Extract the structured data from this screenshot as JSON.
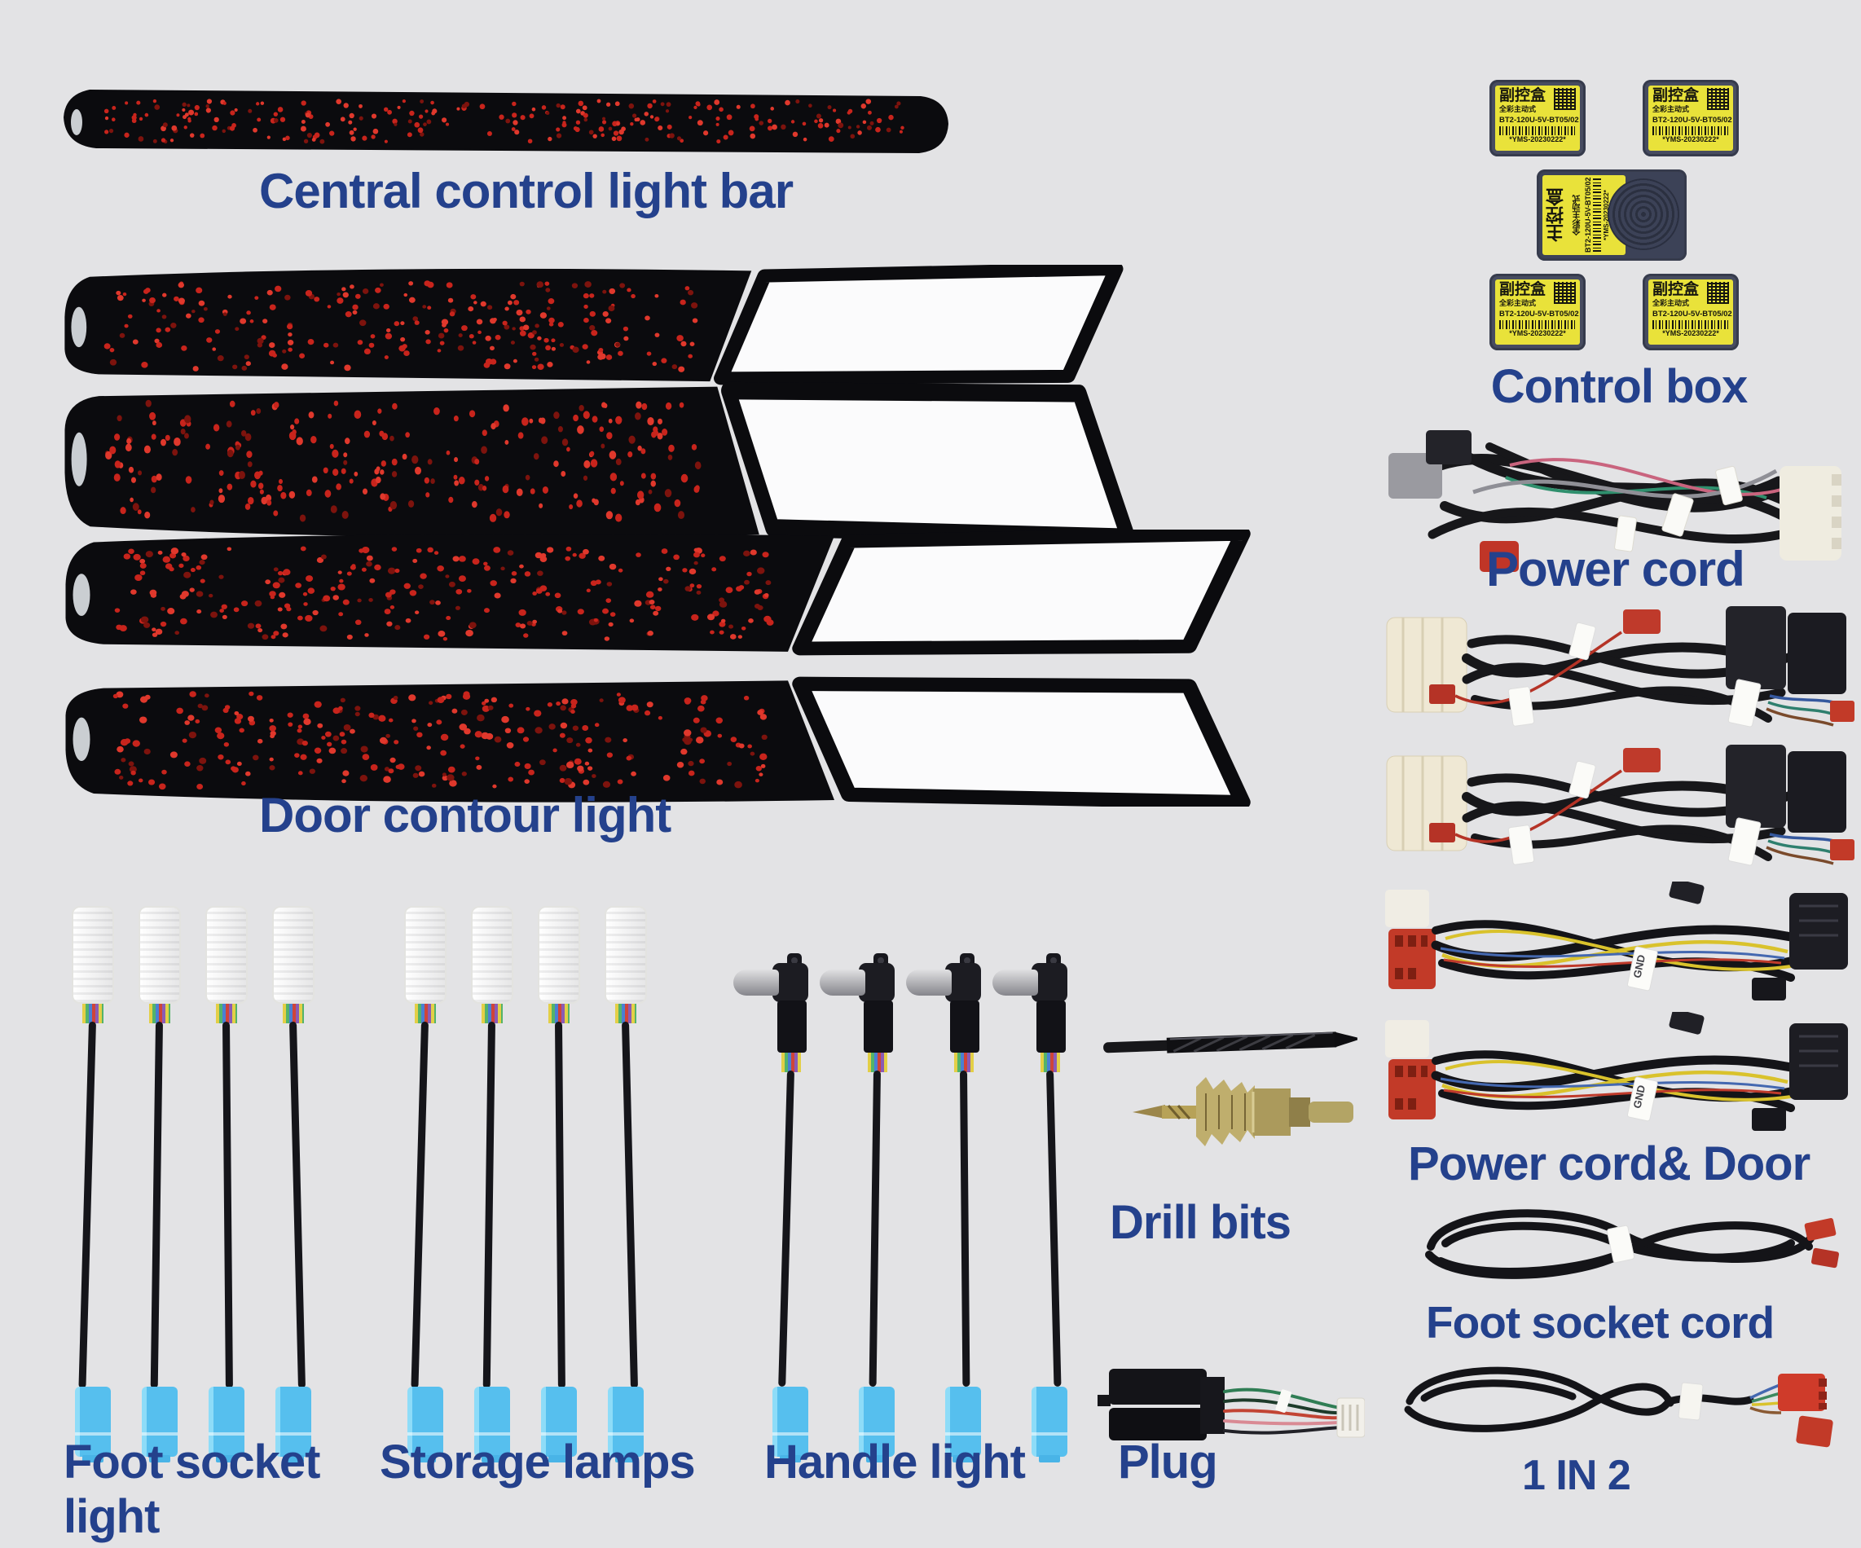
{
  "colors": {
    "background": "#e3e3e5",
    "label_text": "#24418c",
    "led_dot_red": "#c8241c",
    "connector_blue": "#56bfee",
    "control_label_yellow": "#e9e23a",
    "connector_red": "#c23a28"
  },
  "sections": {
    "central_bar": {
      "label": "Central control light bar"
    },
    "door_contour": {
      "label": "Door contour light",
      "panel_count": 4
    },
    "foot_socket_light": {
      "label": "Foot socket light",
      "count": 4
    },
    "storage_lamps": {
      "label": "Storage lamps",
      "count": 4
    },
    "handle_light": {
      "label": "Handle light",
      "count": 4
    },
    "drill_bits": {
      "label": "Drill bits",
      "count": 2
    },
    "plug": {
      "label": "Plug"
    },
    "control_box": {
      "label": "Control box",
      "sub_box_count": 4,
      "sub_title": "副控盒",
      "main_title": "主控盒",
      "subtitle": "全彩主动式",
      "model": "BT2-120U-5V-BT05/02",
      "serial": "*YMS-20230222*"
    },
    "power_cord": {
      "label": "Power cord"
    },
    "power_cord_door": {
      "label": "Power cord& Door",
      "wire_tag": "GND"
    },
    "foot_socket_cord": {
      "label": "Foot socket cord"
    },
    "one_in_two": {
      "label": "1 IN 2"
    }
  }
}
